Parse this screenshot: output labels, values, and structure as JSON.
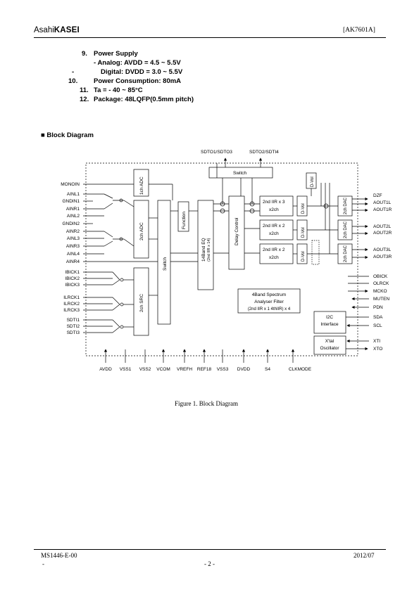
{
  "header": {
    "logo_light": "Asahi",
    "logo_bold": "KASEI",
    "doc_id": "[AK7601A]"
  },
  "specs": {
    "items": [
      {
        "num": "9.",
        "text": "Power Supply"
      },
      {
        "num": "",
        "text": "- Analog: AVDD = 4.5 ~ 5.5V"
      },
      {
        "num": "-",
        "text": "Digital: DVDD = 3.0 ~ 5.5V"
      },
      {
        "num": "10.",
        "text": "Power Consumption: 80mA"
      },
      {
        "num": "11.",
        "text": "Ta = - 40 ~ 85°C"
      },
      {
        "num": "12.",
        "text": "Package: 48LQFP(0.5mm pitch)"
      }
    ]
  },
  "section": {
    "bullet": "■",
    "title": "Block Diagram"
  },
  "diagram": {
    "top_pins": [
      "SDTO1/SDTO3",
      "SDTO2/SDTI4"
    ],
    "left_pins": [
      "MONOIN",
      "AINL1",
      "GNDIN1",
      "AINR1",
      "AINL2",
      "GNDIN2",
      "AINR2",
      "AINL3",
      "AINR3",
      "AINL4",
      "AINR4",
      "IBICK1",
      "IBICK2",
      "IBICK3",
      "ILRCK1",
      "ILRCK2",
      "ILRCK3",
      "SDTI1",
      "SDTI2",
      "SDTI3"
    ],
    "right_pins": [
      "DZF",
      "AOUT1L",
      "AOUT1R",
      "AOUT2L",
      "AOUT2R",
      "AOUT3L",
      "AOUT3R",
      "OBICK",
      "OLRCK",
      "MCKO",
      "MUTEN",
      "PDN",
      "SDA",
      "SCL",
      "XTI",
      "XTO"
    ],
    "bottom_pins": [
      "AVDD",
      "VSS1",
      "VSS2",
      "VCOM",
      "VREFH",
      "REF18",
      "VSS3",
      "DVDD",
      "S4",
      "CLKMODE"
    ],
    "blocks": {
      "adc1": "1ch ADC",
      "adc2": "2ch ADC",
      "src": "2ch SRC",
      "switch_left": "Switch",
      "function": "Function",
      "eq": "14Band EQ",
      "eq_sub": "(2nd IIR x 14)",
      "delay": "Delay Control",
      "switch_top": "Switch",
      "iir1_a": "2nd IIR x 3",
      "iir1_b": "x2ch",
      "iir2_a": "2nd IIR x 2",
      "iir2_b": "x2ch",
      "iir3_a": "2nd IIR x 2",
      "iir3_b": "x2ch",
      "dvol": "D-Vol",
      "dac": "2ch DAC",
      "spectrum_1": "4Band Spectrum",
      "spectrum_2": "Analyser Filter",
      "spectrum_3": "(2nd IIR x 1 4thIIR) x 4",
      "i2c_1": "I2C",
      "i2c_2": "Interface",
      "xtal_1": "X'tal",
      "xtal_2": "Oscillator"
    }
  },
  "caption": "Figure 1. Block Diagram",
  "footer": {
    "left": "MS1446-E-00",
    "right": "2012/07",
    "page": "- 2 -",
    "dash": "-"
  }
}
